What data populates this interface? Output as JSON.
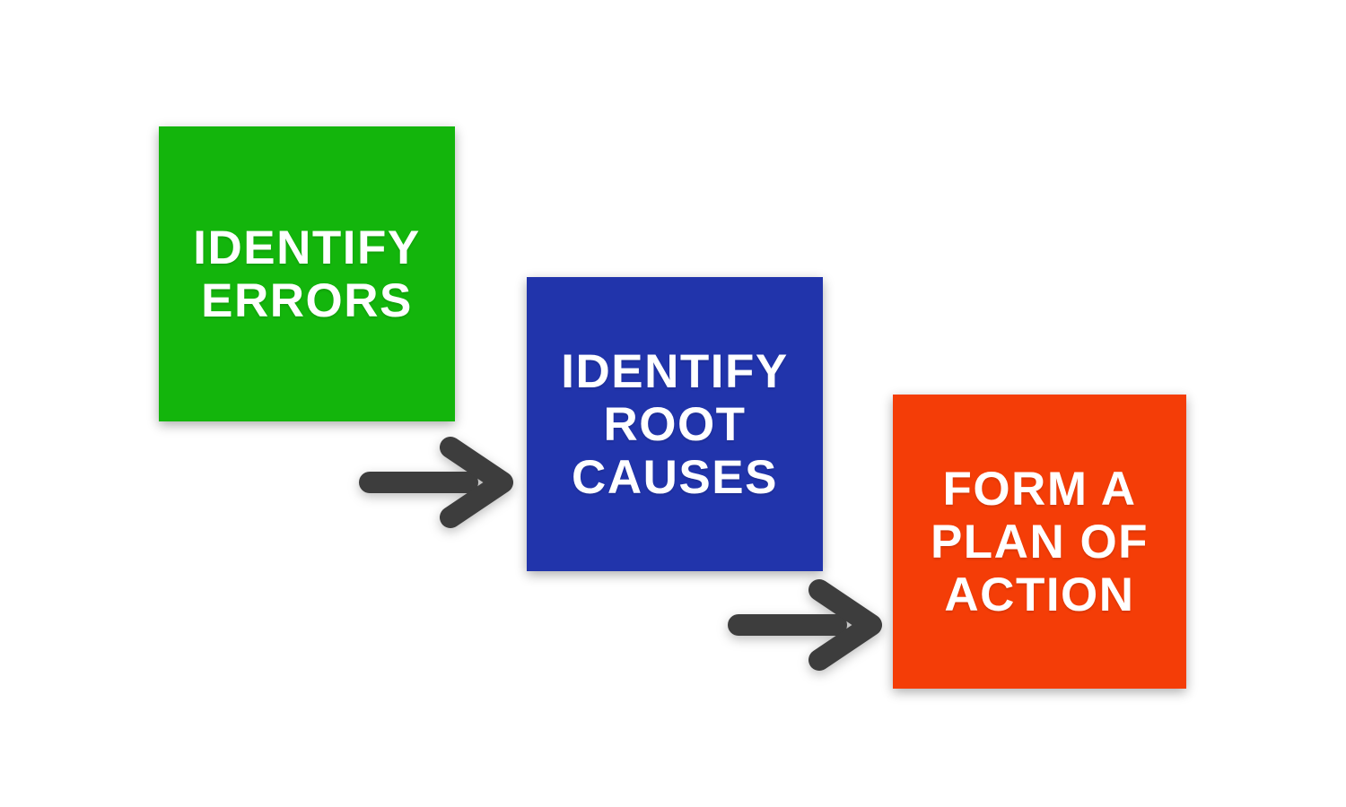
{
  "diagram": {
    "background_color": "#ffffff",
    "text_color": "#ffffff",
    "arrow_color": "#3d3d3d",
    "steps": [
      {
        "name": "identify-errors",
        "color": "#13b50c",
        "label": "IDENTIFY ERRORS",
        "lines": [
          "IDENTIFY",
          "ERRORS"
        ]
      },
      {
        "name": "identify-root-causes",
        "color": "#2134ab",
        "label": "IDENTIFY ROOT CAUSES",
        "lines": [
          "IDENTIFY",
          "ROOT",
          "CAUSES"
        ]
      },
      {
        "name": "form-a-plan-of-action",
        "color": "#f43d07",
        "label": "FORM A PLAN OF ACTION",
        "lines": [
          "FORM A",
          "PLAN OF",
          "ACTION"
        ]
      }
    ]
  }
}
